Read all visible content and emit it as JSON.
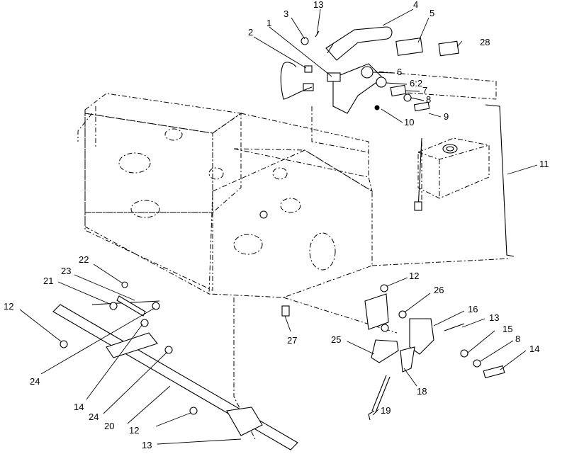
{
  "diagram": {
    "callouts": [
      "1",
      "2",
      "3",
      "4",
      "5",
      "6",
      "6:2",
      "7",
      "8",
      "9",
      "10",
      "11",
      "12",
      "13",
      "14",
      "15",
      "16",
      "19",
      "18",
      "20",
      "21",
      "22",
      "23",
      "24",
      "25",
      "26",
      "27",
      "28"
    ]
  }
}
